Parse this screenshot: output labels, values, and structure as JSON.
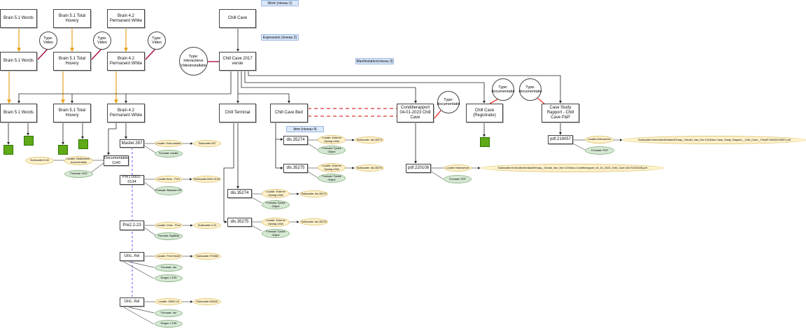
{
  "levels": {
    "work": "Work (niveau 1)",
    "expression": "Expression (niveau 2)",
    "manifestation": "Manifestation(niveau 3)",
    "item": "Item (niveau 4)"
  },
  "works": [
    "Brain 5.1 Words",
    "Brain 5.1 Total Hovery",
    "Brain 4.2 Permanent White",
    "Chill Cave"
  ],
  "expressions": [
    "Brain 5.1 Words",
    "Brain 5.1 Total Hovery",
    "Brain 4.2 Permanent White",
    "Chill Cave 2017 versie"
  ],
  "types": {
    "video": "Type: Video",
    "interactive": "Type: Interactieve Videoinstallatie",
    "doc": "Type: documentatie"
  },
  "manifestations": [
    "Brain 5.1 Words",
    "Brain 5.1 Total Hovery",
    "Brain 4.2 Permanent White",
    "Chill Terminal",
    "Chill Cave Bed",
    "Conditierapport 04-01-2023 Chill Cave",
    "Chill Cave (Registratie)",
    "Case Study Rapport - Chill Cave P&P"
  ],
  "items": {
    "master": {
      "name": "Master.287",
      "loc": "Locatie: Kluis-master",
      "sub": "Sublocatie:287",
      "fmt": "Formaat: Umatic"
    },
    "doc": {
      "name": "Documentatie 1140",
      "loc": "Locatie: Bibliotheek - documentatie",
      "sub": "Sublocatie:1140",
      "fmt": "Formaat: VHS"
    },
    "pre1": {
      "name": "Pre1.0002-0134",
      "loc": "Locatie:Kluis - Pre1",
      "sub": "Sublocatie:0002-0134",
      "fmt": "Formaat: Betacam SP"
    },
    "pre2": {
      "name": "Pre2.2-23",
      "loc": "Locatie: Kluis - Pre2",
      "sub": "Sublocatie:2-23",
      "fmt": "Formaat: DigiBeta"
    },
    "unc1": {
      "name": "Unc. Avi",
      "loc": "Locatie: Pre3.Nim02",
      "sub": "Sublocatie:797688",
      "fmt": "Formaat: .avi",
      "drager": "Drager: LTO5"
    },
    "unc2": {
      "name": "Unc. Avi",
      "loc": "Locatie: MS09-L8",
      "sub": "Sublocatie:228181",
      "fmt": "Formaat: .avi",
      "drager": "Drager: LTO8"
    },
    "dis1": {
      "name": "dis.35274",
      "loc": "Locatie: Externe Opslag LIMA",
      "sub": "Sublocatie: dis.35274",
      "fmt": "Formaat: Fysiek Object"
    },
    "dis2": {
      "name": "dis.35275",
      "loc": "Locatie: Externe Opslag LIMA",
      "sub": "Sublocatie: dis.35275",
      "fmt": "Formaat: Fysiek Object"
    },
    "dis3": {
      "name": "dis.35274",
      "loc": "Locatie: Externe Opslag LIMA",
      "sub": "Sublocatie: dis.35274",
      "fmt": "Formaat: Fysiek Object"
    },
    "dis4": {
      "name": "dis.35275",
      "loc": "Locatie: Externe Opslag LIMA",
      "sub": "Sublocatie: dis.35275",
      "fmt": "Formaat: Fysiek Object"
    },
    "pdf1": {
      "name": "pdf.220108",
      "loc": "Locatie:Videoserver",
      "sub": "Sublocatie:/mnt/collectie/data/K/Kaap,_Gerald_Van_Der:1215/doc.Conditierapport_04_01_2023_Chill_Cave.18170/220108.pdf",
      "fmt": "Formaat: PDF"
    },
    "pdf2": {
      "name": "pdf.219057",
      "loc": "Locatie:Videoserver",
      "sub": "Sublocatie:/mnt/collectie/data/K/Kaap,_Gerald_Van_Der:1215/doc.Case_Study_Rapport__Chill_Cave__PandP.18159/219057.pdf",
      "fmt": "Formaat: PDF"
    }
  }
}
